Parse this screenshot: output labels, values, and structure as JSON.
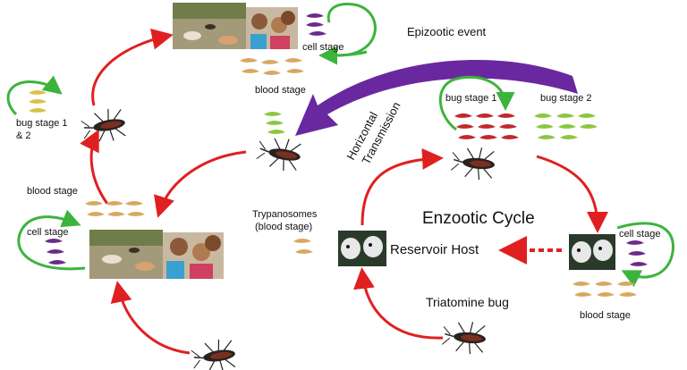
{
  "labels": {
    "epizootic_event": "Epizootic event",
    "enzootic_cycle": "Enzootic Cycle",
    "horizontal_line1": "Horizontal",
    "horizontal_line2": "Transmission",
    "reservoir_host": "Reservoir Host",
    "triatomine_bug": "Triatomine bug",
    "trypanosomes_line1": "Trypanosomes",
    "trypanosomes_line2": "(blood stage)",
    "top_cell_stage": "cell stage",
    "top_blood_stage": "blood stage",
    "left_bug_stage_line1": "bug stage 1",
    "left_bug_stage_line2": "& 2",
    "left_blood_stage": "blood stage",
    "left_cell_stage": "cell stage",
    "enzootic_bug_stage1": "bug stage 1",
    "enzootic_bug_stage2": "bug stage 2",
    "right_cell_stage": "cell stage",
    "right_blood_stage": "blood stage"
  },
  "colors": {
    "cycle_arrow": "#e02020",
    "loop_arrow": "#3cb43c",
    "epizootic_arrow": "#6a28a0",
    "title_red": "#e02020",
    "epizootic_text": "#6a28a0",
    "parasite_yellow": "#d9c04a",
    "parasite_green": "#8cc63f",
    "parasite_purple": "#6a2a8c",
    "parasite_red": "#c0282d",
    "parasite_tan": "#d8a860"
  },
  "icons": {
    "bug": "triatomine-bug-icon",
    "host_photo": "village-photo",
    "reservoir_photo": "opossum-photo"
  }
}
